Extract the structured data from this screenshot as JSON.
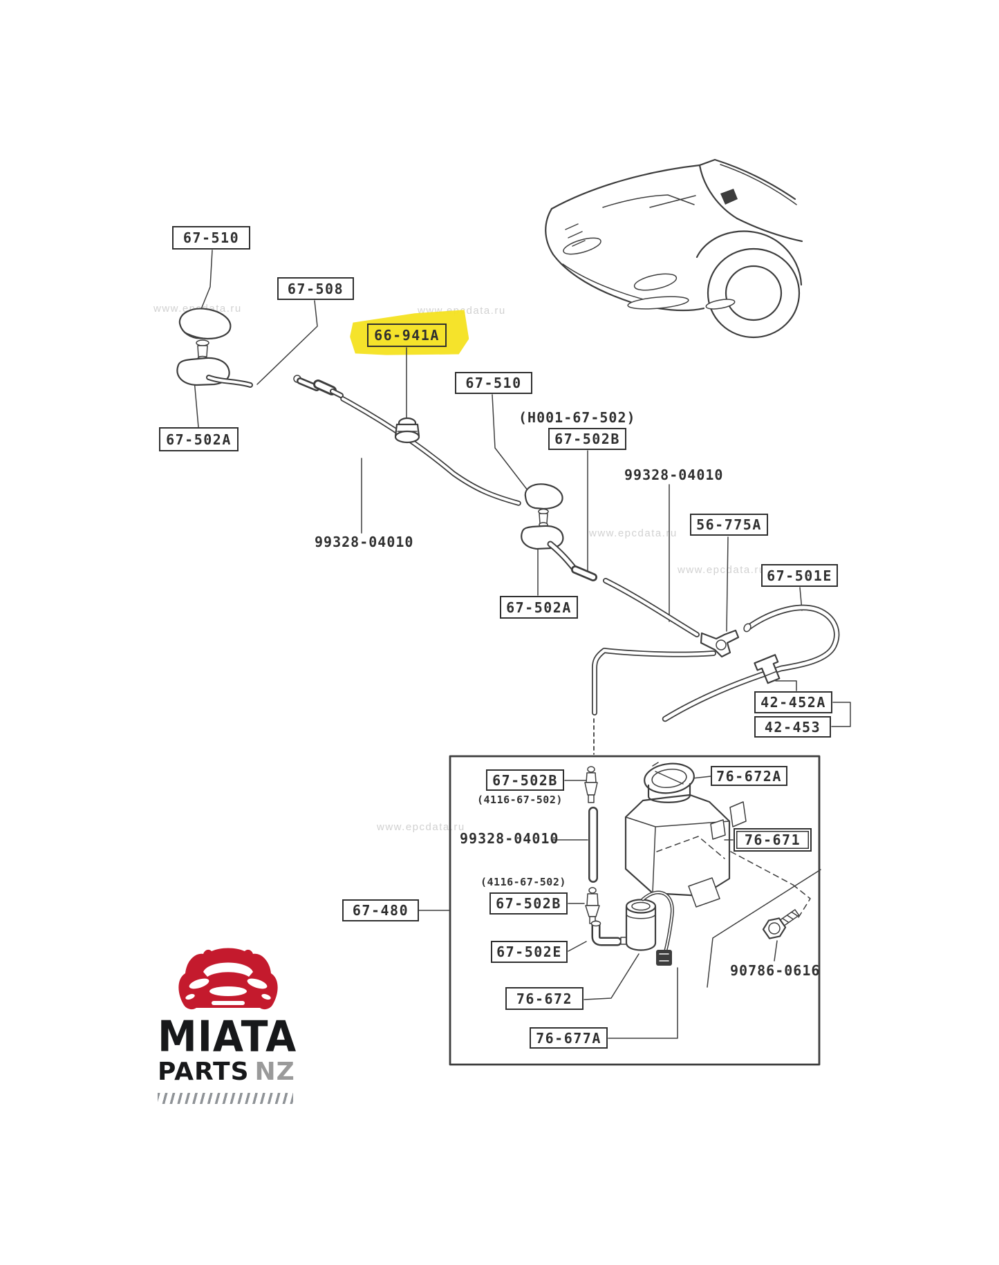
{
  "colors": {
    "highlight": "#f4e120",
    "line": "#3d3d3d",
    "logo-red": "#c41a2d",
    "logo-black": "#17181a",
    "logo-gray": "#9a9a9a",
    "watermark": "#c9c9c9"
  },
  "diagram": {
    "watermark": "www.epcdata.ru",
    "labels": {
      "l1": {
        "text": "67-510"
      },
      "l2": {
        "text": "67-508"
      },
      "l3": {
        "text": "66-941A",
        "highlighted": true
      },
      "l4": {
        "text": "67-510"
      },
      "l5": {
        "text": "(H001-67-502)"
      },
      "l6": {
        "text": "67-502B"
      },
      "l7": {
        "text": "99328-04010"
      },
      "l8": {
        "text": "56-775A"
      },
      "l9": {
        "text": "67-501E"
      },
      "l10": {
        "text": "67-502A"
      },
      "l11": {
        "text": "99328-04010"
      },
      "l12": {
        "text": "67-502A"
      },
      "l13": {
        "text": "42-452A"
      },
      "l14": {
        "text": "42-453"
      },
      "l15": {
        "text": "67-502B"
      },
      "l16": {
        "text": "(4116-67-502)"
      },
      "l17": {
        "text": "99328-04010"
      },
      "l18": {
        "text": "(4116-67-502)"
      },
      "l19": {
        "text": "67-502B"
      },
      "l20": {
        "text": "67-480"
      },
      "l21": {
        "text": "67-502E"
      },
      "l22": {
        "text": "76-672"
      },
      "l23": {
        "text": "76-677A"
      },
      "l24": {
        "text": "76-672A"
      },
      "l25": {
        "text": "76-671"
      },
      "l26": {
        "text": "90786-0616"
      }
    }
  },
  "logo": {
    "name_top": "MIATA",
    "name_bottom": "PARTS",
    "region": "NZ"
  }
}
